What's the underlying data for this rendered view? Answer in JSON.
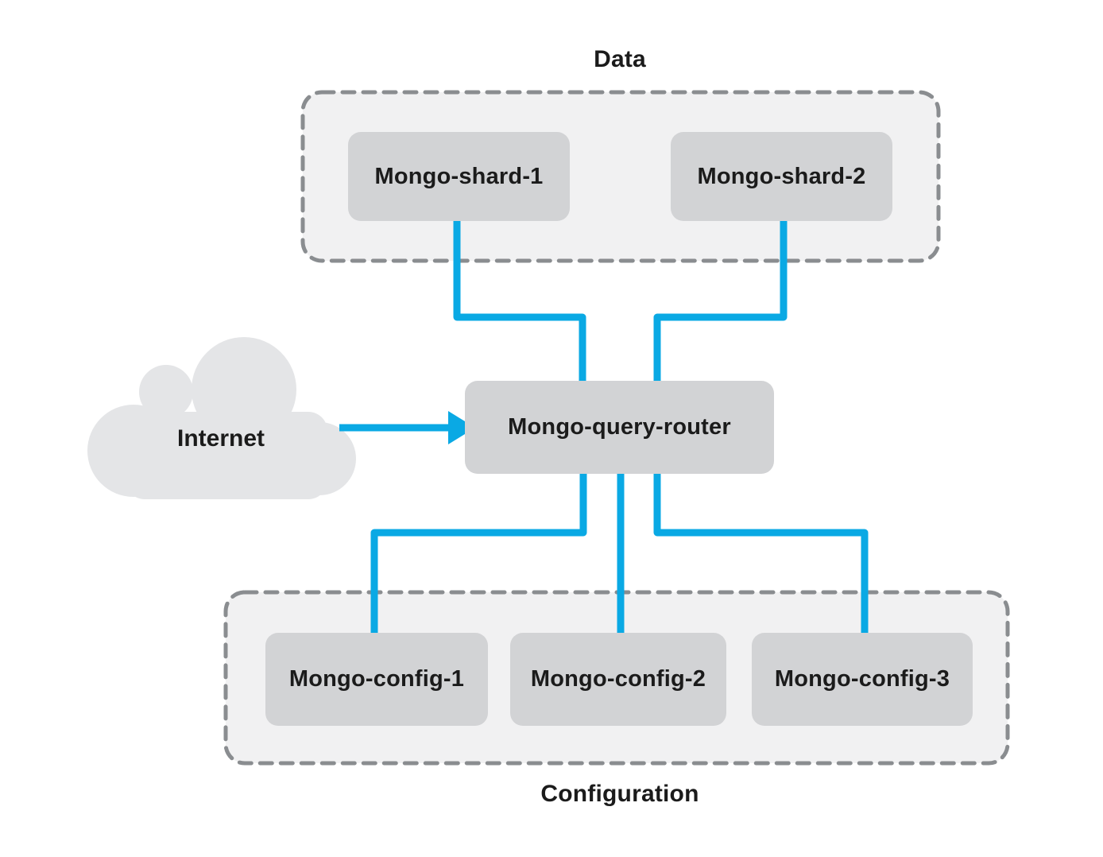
{
  "diagram": {
    "groups": {
      "data": {
        "label": "Data"
      },
      "configuration": {
        "label": "Configuration"
      }
    },
    "cloud": {
      "label": "Internet"
    },
    "nodes": {
      "shard1": {
        "label": "Mongo-shard-1"
      },
      "shard2": {
        "label": "Mongo-shard-2"
      },
      "router": {
        "label": "Mongo-query-router"
      },
      "config1": {
        "label": "Mongo-config-1"
      },
      "config2": {
        "label": "Mongo-config-2"
      },
      "config3": {
        "label": "Mongo-config-3"
      }
    },
    "edges": [
      {
        "from": "internet",
        "to": "router",
        "style": "arrow"
      },
      {
        "from": "shard1",
        "to": "router",
        "style": "line"
      },
      {
        "from": "shard2",
        "to": "router",
        "style": "line"
      },
      {
        "from": "router",
        "to": "config1",
        "style": "line"
      },
      {
        "from": "router",
        "to": "config2",
        "style": "line"
      },
      {
        "from": "router",
        "to": "config3",
        "style": "line"
      }
    ],
    "colors": {
      "connector_blue": "#0aa9e4",
      "node_fill": "#d2d3d5",
      "group_fill": "#f1f1f2",
      "group_border": "#8a8d90",
      "cloud_fill": "#e4e5e7",
      "text": "#1b1b1b",
      "background": "#ffffff"
    }
  }
}
